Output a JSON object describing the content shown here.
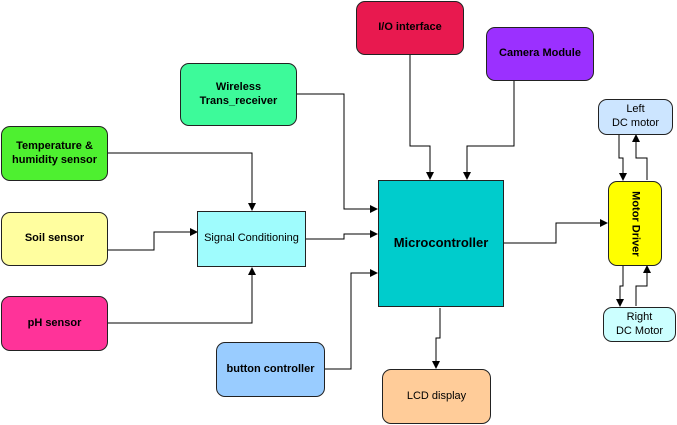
{
  "blocks": {
    "io": {
      "label": "I/O interface",
      "color": "#e8194f"
    },
    "camera": {
      "label": "Camera Module",
      "color": "#9b30ff"
    },
    "wireless": {
      "label": "Wireless\nTrans_receiver",
      "color": "#3dfa9a"
    },
    "temperature": {
      "label": "Temperature &\nhumidity sensor",
      "color": "#4ef030"
    },
    "soil": {
      "label": "Soil sensor",
      "color": "#fffe9f"
    },
    "ph": {
      "label": "pH sensor",
      "color": "#ff3399"
    },
    "signal": {
      "label": "Signal Conditioning",
      "color": "#9ffcfd"
    },
    "micro": {
      "label": "Microcontroller",
      "color": "#00cccc"
    },
    "button": {
      "label": "button controller",
      "color": "#99ccff"
    },
    "lcd": {
      "label": "LCD display",
      "color": "#ffcc99"
    },
    "motor_driver": {
      "label": "Motor Driver",
      "color": "#ffff00"
    },
    "left_motor": {
      "label": "Left\nDC motor",
      "color": "#cce5ff"
    },
    "right_motor": {
      "label": "Right\nDC Motor",
      "color": "#ccffff"
    }
  }
}
